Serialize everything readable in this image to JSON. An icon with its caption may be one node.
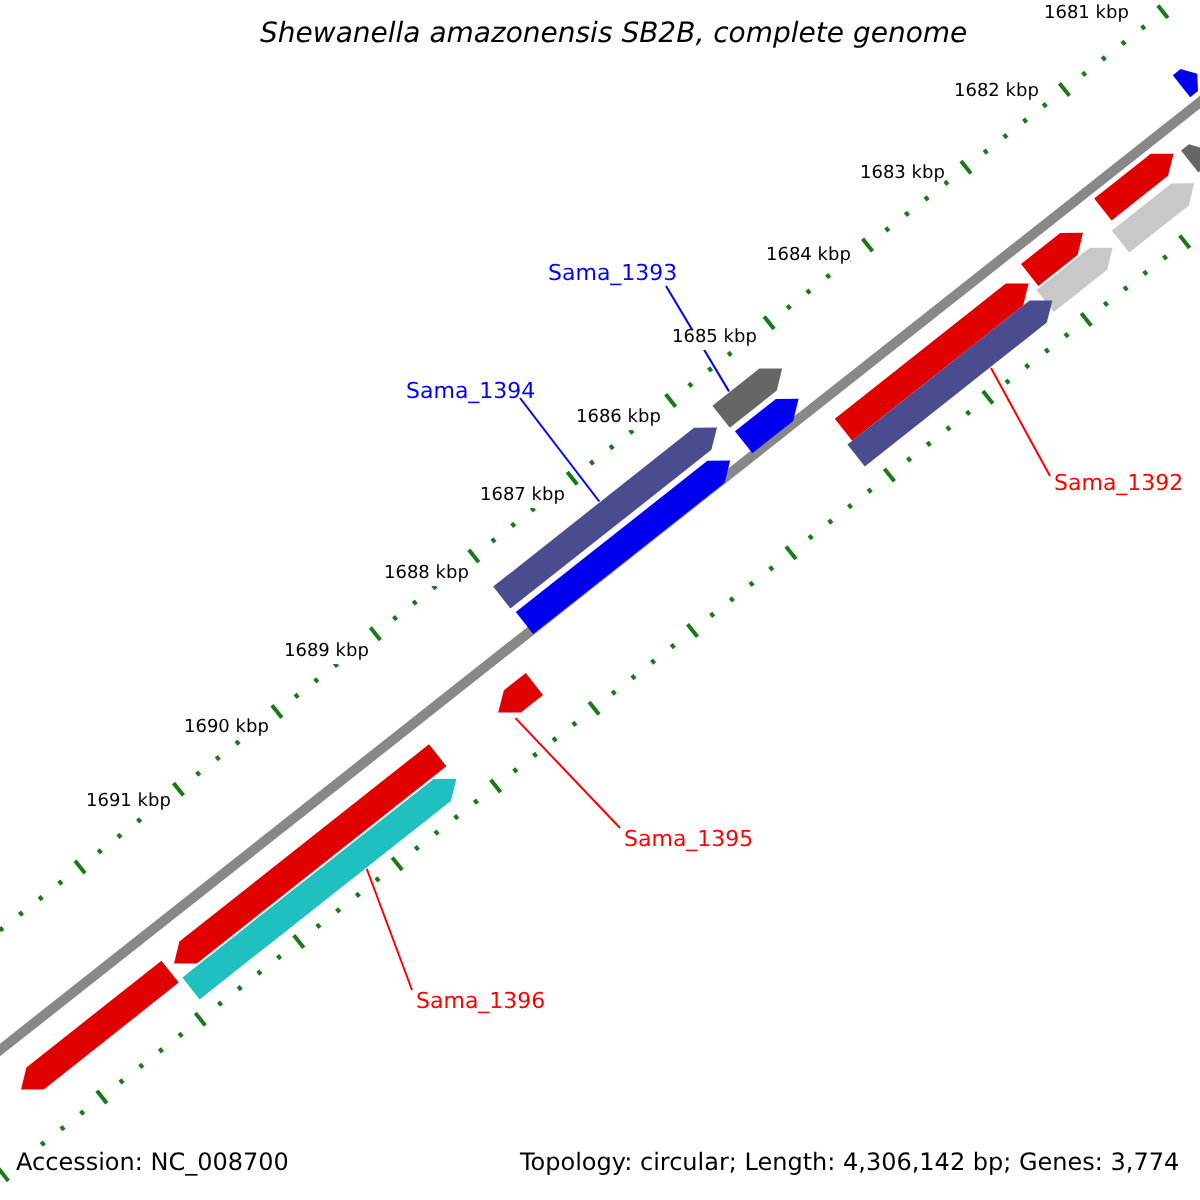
{
  "diagram": {
    "title": "Shewanella amazonensis SB2B, complete genome",
    "nodes": [
      {
        "text": [
          "Sama_1393"
        ]
      },
      {
        "text": [],
        "shape": "bar"
      },
      {
        "text": [
          "Sama_1394"
        ]
      },
      {
        "text": [],
        "shape": "bar"
      },
      {
        "text": [
          "Sama_1392"
        ]
      },
      {
        "text": [],
        "shape": "bar"
      },
      {
        "text": [
          "Sama_1395"
        ]
      },
      {
        "text": [],
        "shape": "bar"
      },
      {
        "text": [
          "Sama_1396"
        ]
      },
      {
        "text": [],
        "shape": "bar"
      }
    ],
    "edges": [
      {
        "from": 0,
        "to": 1,
        "arrow": "none",
        "color": "#0000ff"
      },
      {
        "from": 2,
        "to": 3,
        "arrow": "none",
        "color": "#0000ff"
      },
      {
        "from": 4,
        "to": 5,
        "arrow": "none"
      },
      {
        "from": 6,
        "to": 7,
        "arrow": "none"
      },
      {
        "from": 8,
        "to": 9,
        "arrow": "none"
      }
    ],
    "labels": [
      "1681 kbp",
      "1682 kbp",
      "1683 kbp",
      "1684 kbp",
      "1685 kbp",
      "1686 kbp",
      "1687 kbp",
      "1688 kbp",
      "1689 kbp",
      "1690 kbp",
      "1691 kbp",
      "Accession: NC_008700",
      "Topology: circular; Length: 4,306,142 bp; Genes: 3,774"
    ]
  }
}
